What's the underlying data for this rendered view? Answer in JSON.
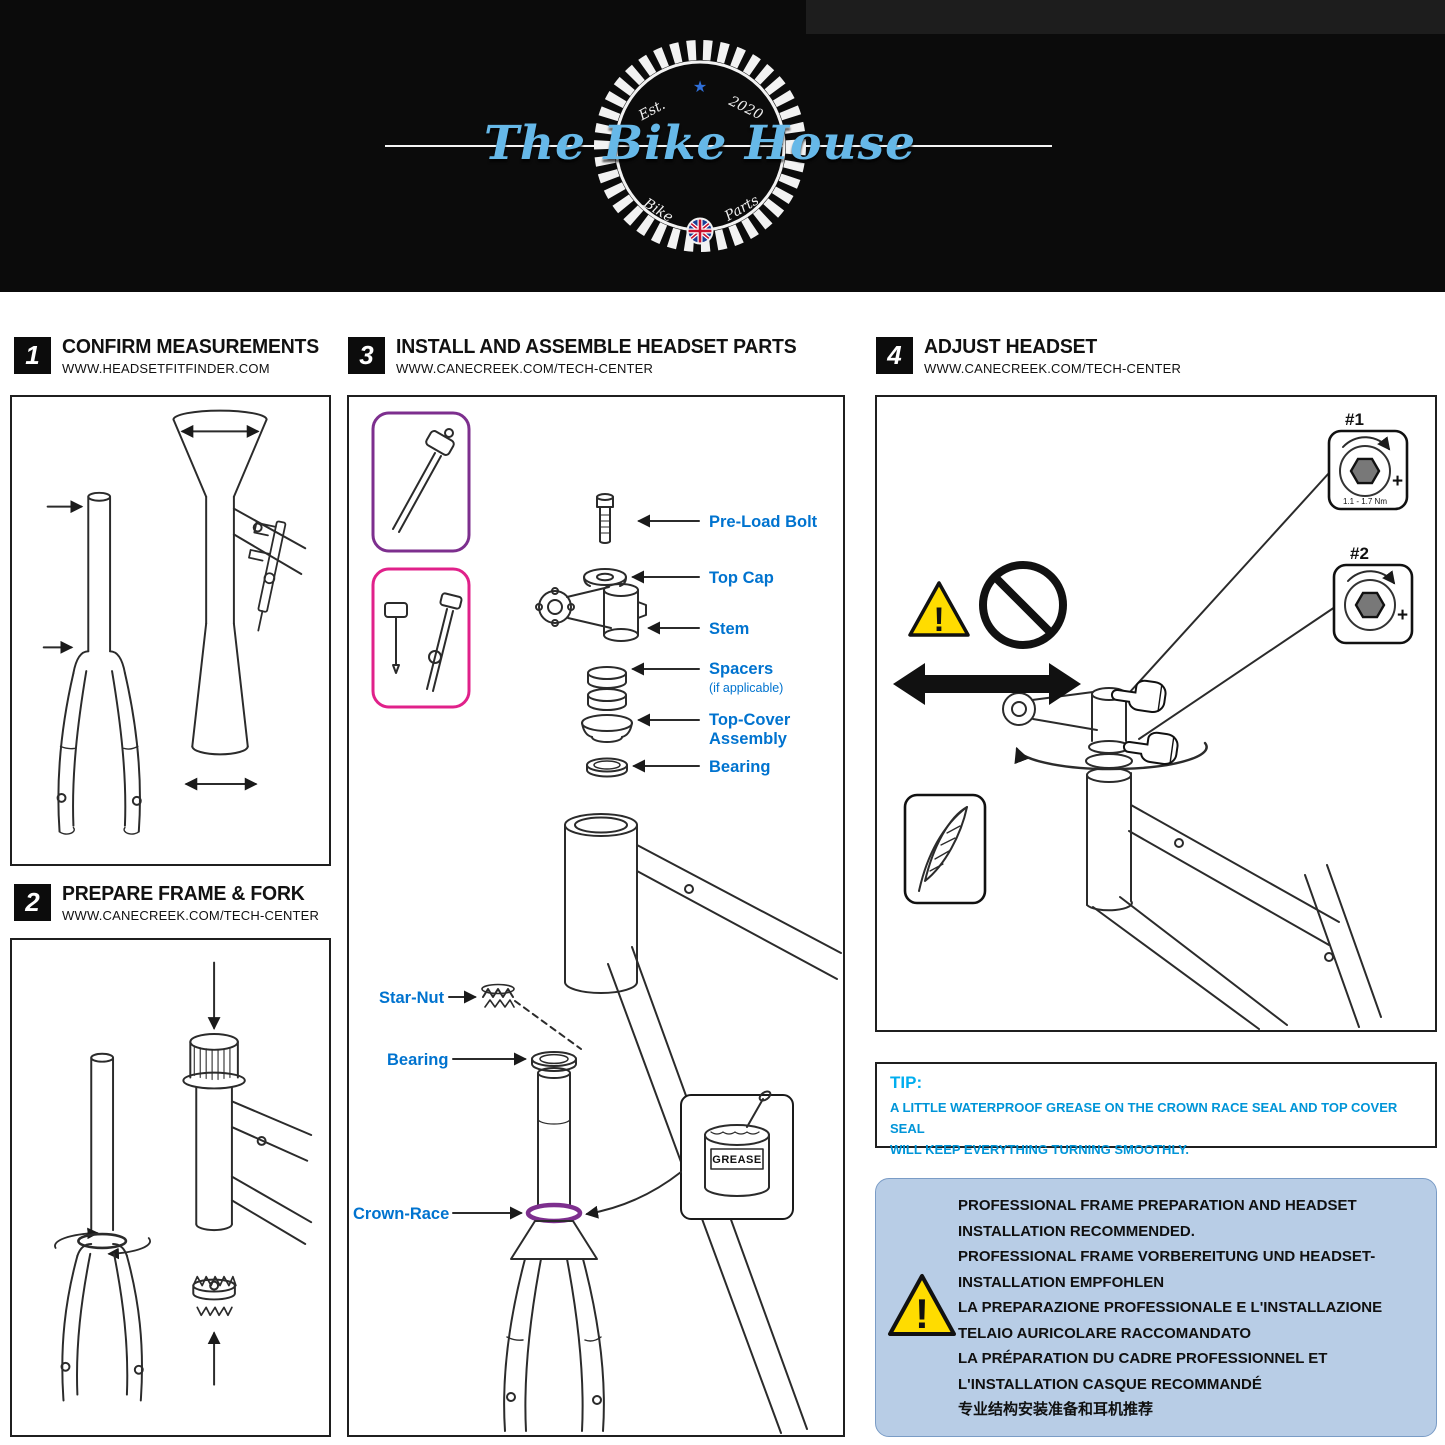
{
  "colors": {
    "label_blue": "#0073CF",
    "tip_cyan": "#00AEEF",
    "tip_body_blue": "#0095D8",
    "pink": "#E0218A",
    "purple": "#7D2F8E",
    "warning_yellow": "#FFDC00",
    "info_box_bg": "#B8CDE6",
    "logo_blue": "#66B8E8"
  },
  "header": {
    "brand": "The Bike House",
    "est_label": "Est.",
    "year_label": "2020",
    "bike_label": "Bike",
    "parts_label": "Parts",
    "star": "★"
  },
  "steps": [
    {
      "number": "1",
      "title": "CONFIRM MEASUREMENTS",
      "url": "WWW.HEADSETFITFINDER.COM"
    },
    {
      "number": "2",
      "title": "PREPARE FRAME & FORK",
      "url": "WWW.CANECREEK.COM/TECH-CENTER"
    },
    {
      "number": "3",
      "title": "INSTALL AND ASSEMBLE HEADSET PARTS",
      "url": "WWW.CANECREEK.COM/TECH-CENTER"
    },
    {
      "number": "4",
      "title": "ADJUST HEADSET",
      "url": "WWW.CANECREEK.COM/TECH-CENTER"
    }
  ],
  "step3_labels": {
    "pre_load_bolt": "Pre-Load Bolt",
    "top_cap": "Top Cap",
    "stem": "Stem",
    "spacers": "Spacers",
    "spacers_note": "(if applicable)",
    "top_cover_line1": "Top-Cover",
    "top_cover_line2": "Assembly",
    "bearing_upper": "Bearing",
    "star_nut": "Star-Nut",
    "bearing_lower": "Bearing",
    "crown_race": "Crown-Race",
    "grease_can": "GREASE"
  },
  "step4": {
    "tool1_label": "#1",
    "tool1_torque": "1.1 - 1.7 Nm",
    "tool1_plus": "+",
    "tool2_label": "#2",
    "tool2_plus": "+",
    "warning_mark": "!"
  },
  "tip_box": {
    "title": "TIP:",
    "line1": "A LITTLE WATERPROOF GREASE ON THE CROWN RACE SEAL AND TOP COVER SEAL",
    "line2": "WILL KEEP EVERYTHING TURNING SMOOTHLY."
  },
  "info_box": {
    "warning_mark": "!",
    "lines": [
      "PROFESSIONAL FRAME PREPARATION AND HEADSET",
      "INSTALLATION RECOMMENDED.",
      "PROFESSIONAL FRAME VORBEREITUNG UND HEADSET-",
      "INSTALLATION EMPFOHLEN",
      "LA PREPARAZIONE PROFESSIONALE E L'INSTALLAZIONE",
      "TELAIO AURICOLARE RACCOMANDATO",
      "LA PRÉPARATION DU CADRE PROFESSIONNEL ET",
      "L'INSTALLATION CASQUE RECOMMANDÉ",
      "专业结构安装准备和耳机推荐"
    ]
  }
}
